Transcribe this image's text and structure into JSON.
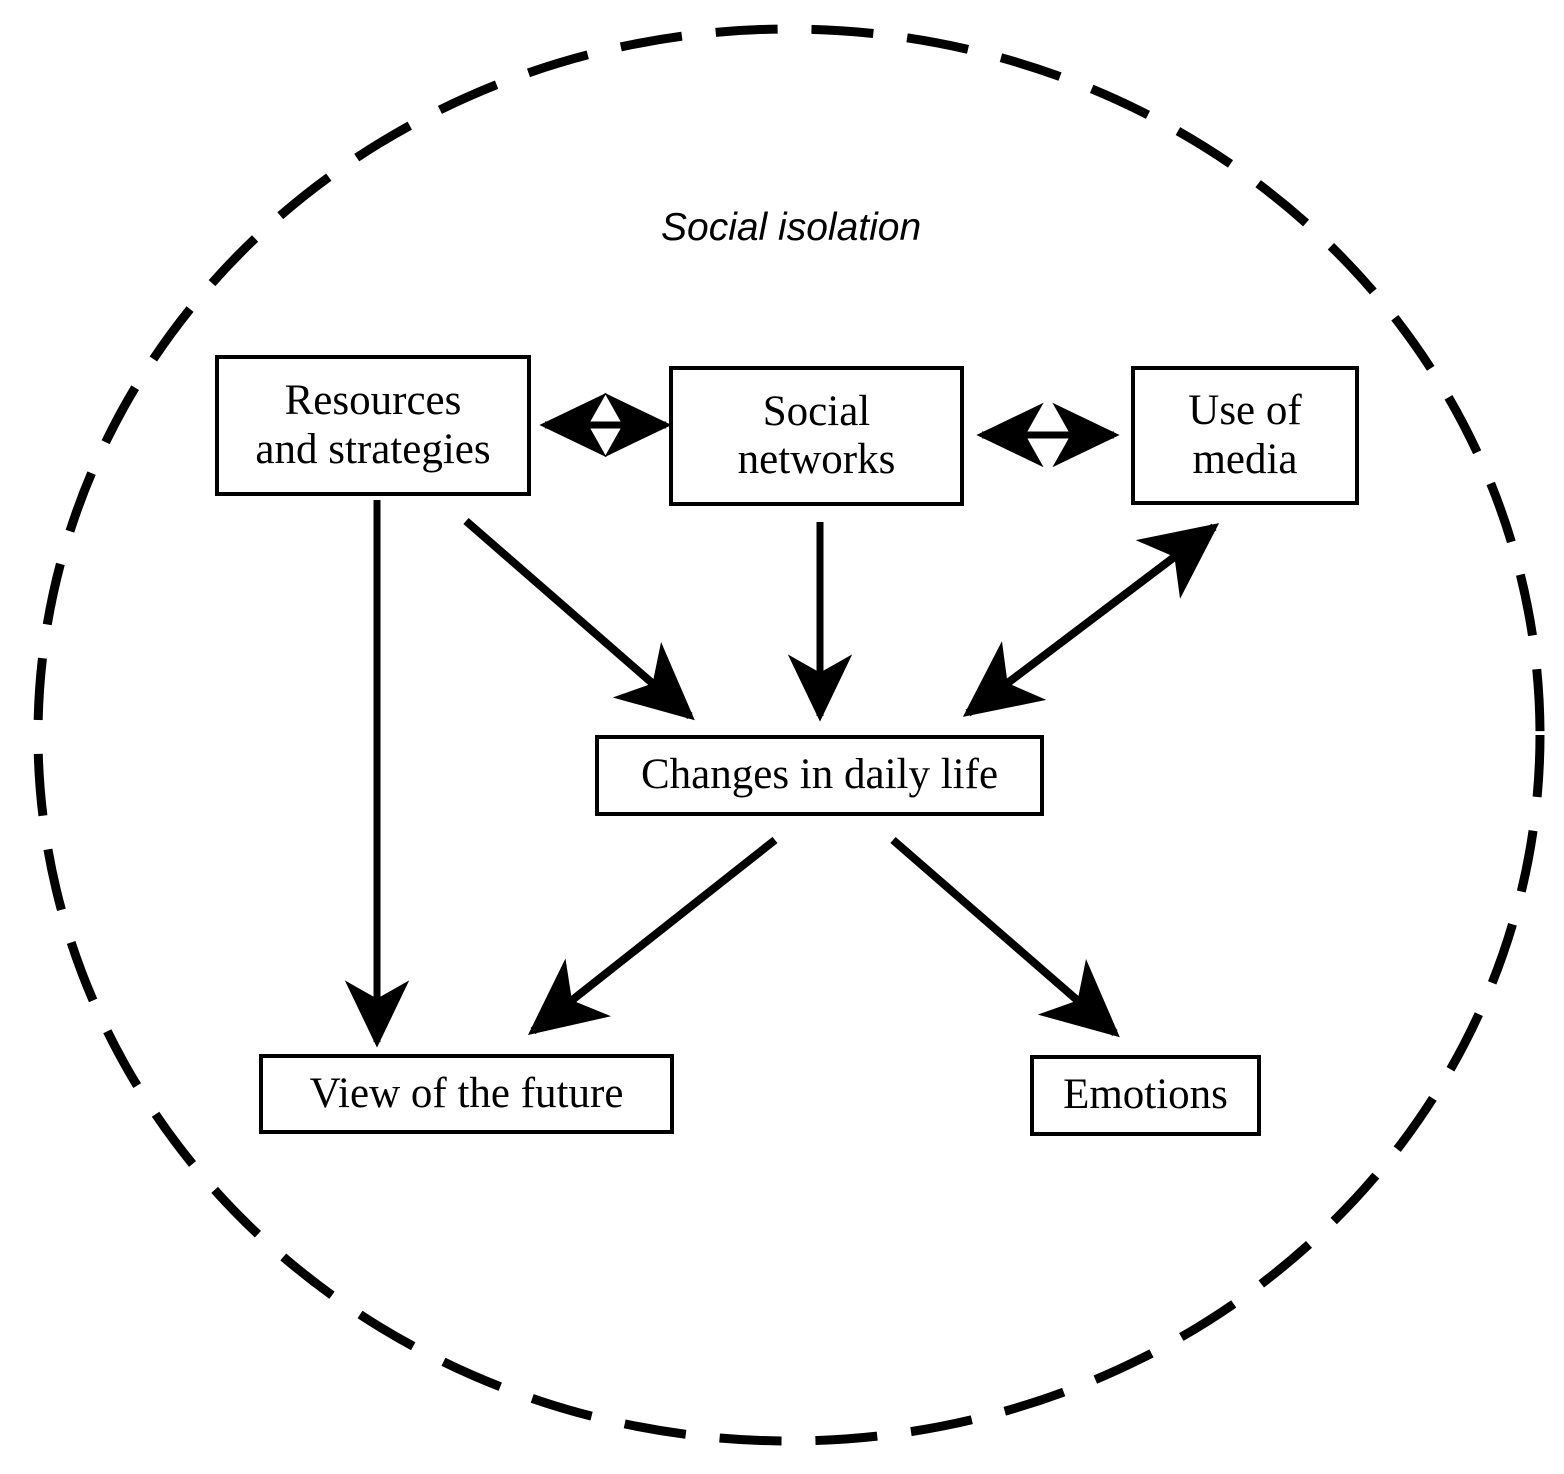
{
  "diagram": {
    "title": "Social isolation",
    "boundary": {
      "label": "Social isolation",
      "shape": "dashed-circle",
      "stroke_color": "#000000"
    },
    "style": {
      "box_border_color": "#000000",
      "box_fill_color": "#ffffff",
      "arrow_color": "#000000",
      "background_color": "#ffffff"
    },
    "nodes": [
      {
        "id": "resources",
        "label": "Resources\nand strategies"
      },
      {
        "id": "social-networks",
        "label": "Social\nnetworks"
      },
      {
        "id": "use-of-media",
        "label": "Use of\nmedia"
      },
      {
        "id": "changes",
        "label": "Changes in daily life"
      },
      {
        "id": "view-future",
        "label": "View of the future"
      },
      {
        "id": "emotions",
        "label": "Emotions"
      }
    ],
    "edges": [
      {
        "from": "resources",
        "to": "social-networks",
        "type": "double-headed"
      },
      {
        "from": "social-networks",
        "to": "use-of-media",
        "type": "double-headed"
      },
      {
        "from": "resources",
        "to": "view-future",
        "type": "single-headed"
      },
      {
        "from": "resources",
        "to": "changes",
        "type": "single-headed"
      },
      {
        "from": "social-networks",
        "to": "changes",
        "type": "single-headed"
      },
      {
        "from": "changes",
        "to": "use-of-media",
        "type": "double-headed"
      },
      {
        "from": "changes",
        "to": "view-future",
        "type": "single-headed"
      },
      {
        "from": "changes",
        "to": "emotions",
        "type": "single-headed"
      }
    ]
  }
}
